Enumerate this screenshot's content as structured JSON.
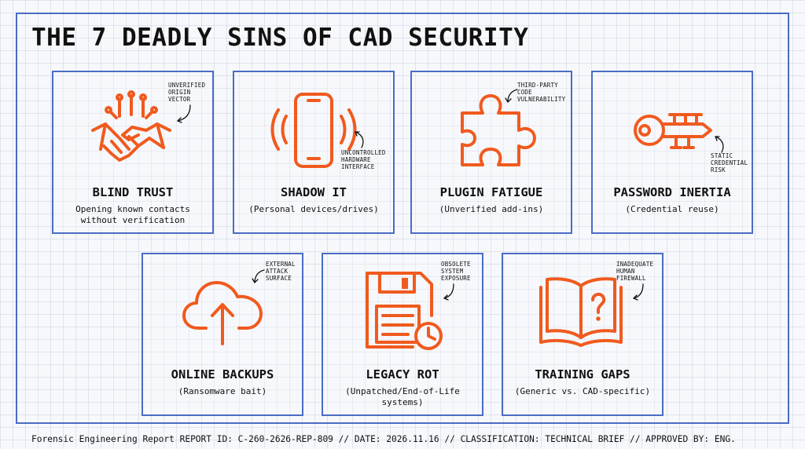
{
  "title": "THE 7 DEADLY SINS OF CAD SECURITY",
  "colors": {
    "accent": "#f05a1e",
    "border": "#4a6cc4",
    "text": "#111111",
    "background": "#f7f8fb"
  },
  "cards": [
    {
      "icon": "handshake-icon",
      "title": "BLIND TRUST",
      "subtitle": [
        "Opening known contacts",
        "without verification"
      ],
      "callout": [
        "UNVERIFIED",
        "ORIGIN",
        "VECTOR"
      ]
    },
    {
      "icon": "smartphone-icon",
      "title": "SHADOW IT",
      "subtitle": [
        "(Personal devices/drives)"
      ],
      "callout": [
        "UNCONTROLLED",
        "HARDWARE",
        "INTERFACE"
      ]
    },
    {
      "icon": "puzzle-piece-icon",
      "title": "PLUGIN FATIGUE",
      "subtitle": [
        "(Unverified add-ins)"
      ],
      "callout": [
        "THIRD-PARTY",
        "CODE",
        "VULNERABILITY"
      ]
    },
    {
      "icon": "key-icon",
      "title": "PASSWORD INERTIA",
      "subtitle": [
        "(Credential reuse)"
      ],
      "callout": [
        "STATIC",
        "CREDENTIAL",
        "RISK"
      ]
    },
    {
      "icon": "cloud-upload-icon",
      "title": "ONLINE BACKUPS",
      "subtitle": [
        "(Ransomware bait)"
      ],
      "callout": [
        "EXTERNAL",
        "ATTACK",
        "SURFACE"
      ]
    },
    {
      "icon": "floppy-disk-clock-icon",
      "title": "LEGACY ROT",
      "subtitle": [
        "(Unpatched/End-of-Life",
        "systems)"
      ],
      "callout": [
        "OBSOLETE",
        "SYSTEM",
        "EXPOSURE"
      ]
    },
    {
      "icon": "open-book-question-icon",
      "title": "TRAINING GAPS",
      "subtitle": [
        "(Generic vs. CAD-specific)"
      ],
      "callout": [
        "INADEQUATE",
        "HUMAN",
        "FIREWALL"
      ]
    }
  ],
  "footer": "Forensic Engineering Report  REPORT ID: C-260-2626-REP-809 // DATE: 2026.11.16 // CLASSIFICATION: TECHNICAL BRIEF // APPROVED BY: ENG."
}
